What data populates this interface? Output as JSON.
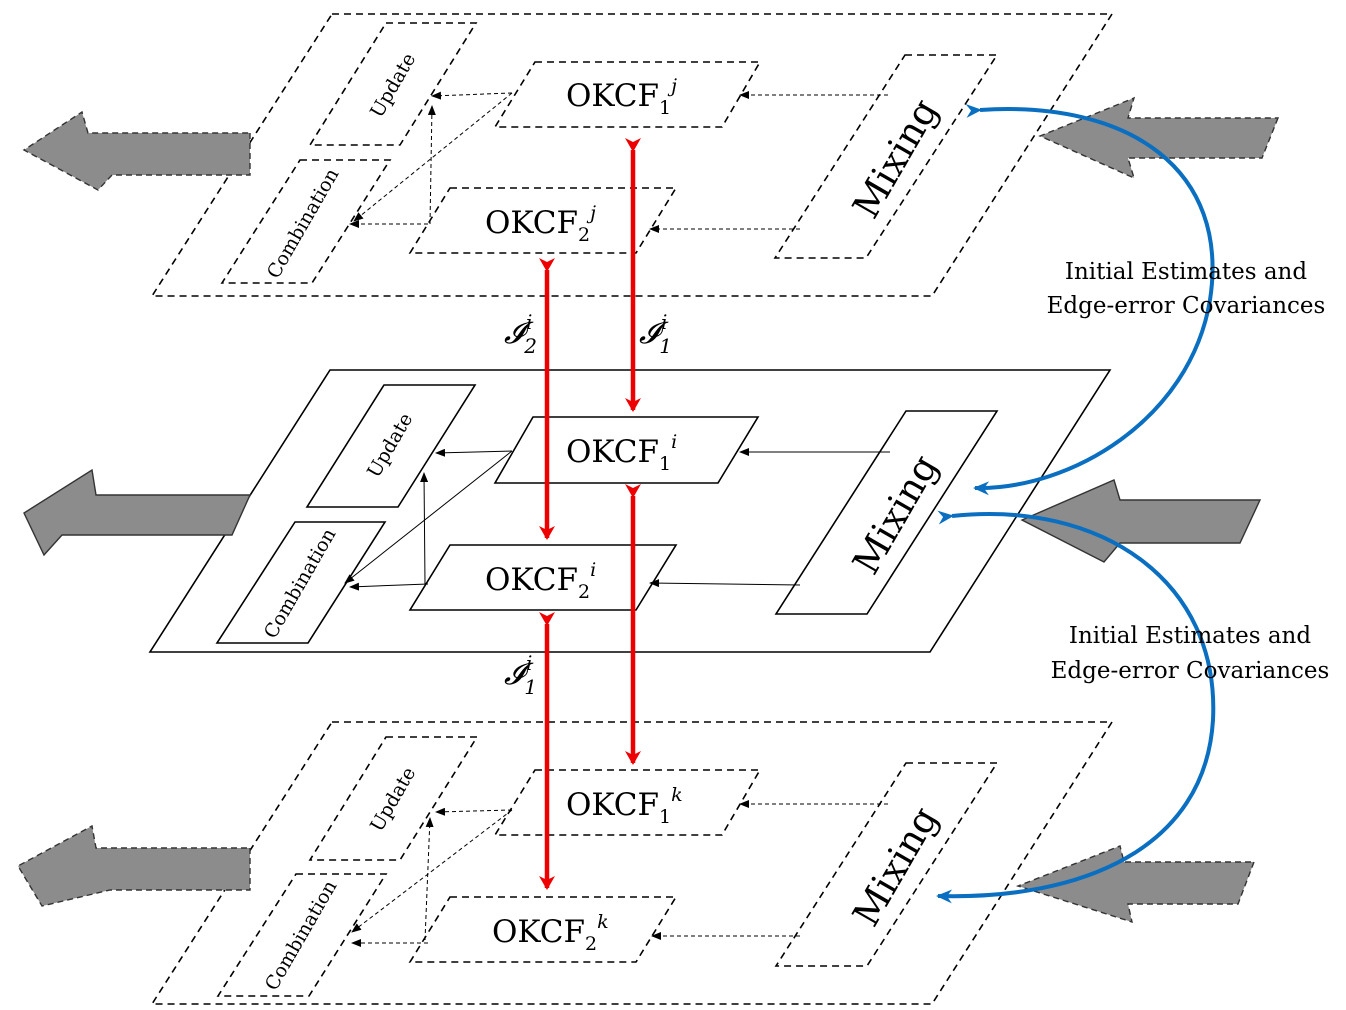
{
  "layers": {
    "j": {
      "filter1": {
        "base": "OKCF",
        "sub": "1",
        "sup": "j"
      },
      "filter2": {
        "base": "OKCF",
        "sub": "2",
        "sup": "j"
      },
      "update": "Update",
      "combination": "Combination",
      "mixing": "Mixing"
    },
    "i": {
      "filter1": {
        "base": "OKCF",
        "sub": "1",
        "sup": "i"
      },
      "filter2": {
        "base": "OKCF",
        "sub": "2",
        "sup": "i"
      },
      "update": "Update",
      "combination": "Combination",
      "mixing": "Mixing"
    },
    "k": {
      "filter1": {
        "base": "OKCF",
        "sub": "1",
        "sup": "k"
      },
      "filter2": {
        "base": "OKCF",
        "sub": "2",
        "sup": "k"
      },
      "update": "Update",
      "combination": "Combination",
      "mixing": "Mixing"
    }
  },
  "info_labels": {
    "top_left": {
      "base": "𝓘",
      "sub": "2",
      "sup": "i"
    },
    "top_right": {
      "base": "𝓘",
      "sub": "1",
      "sup": "i"
    },
    "bottom": {
      "base": "𝓘",
      "sub": "1",
      "sup": "i"
    }
  },
  "annotations": {
    "upper": {
      "line1": "Initial Estimates and",
      "line2": "Edge-error Covariances"
    },
    "lower": {
      "line1": "Initial Estimates and",
      "line2": "Edge-error Covariances"
    }
  },
  "colors": {
    "information_exchange": "#ee0000",
    "estimate_flow": "#0a6fc0",
    "io_arrow": "#8c8c8c"
  }
}
